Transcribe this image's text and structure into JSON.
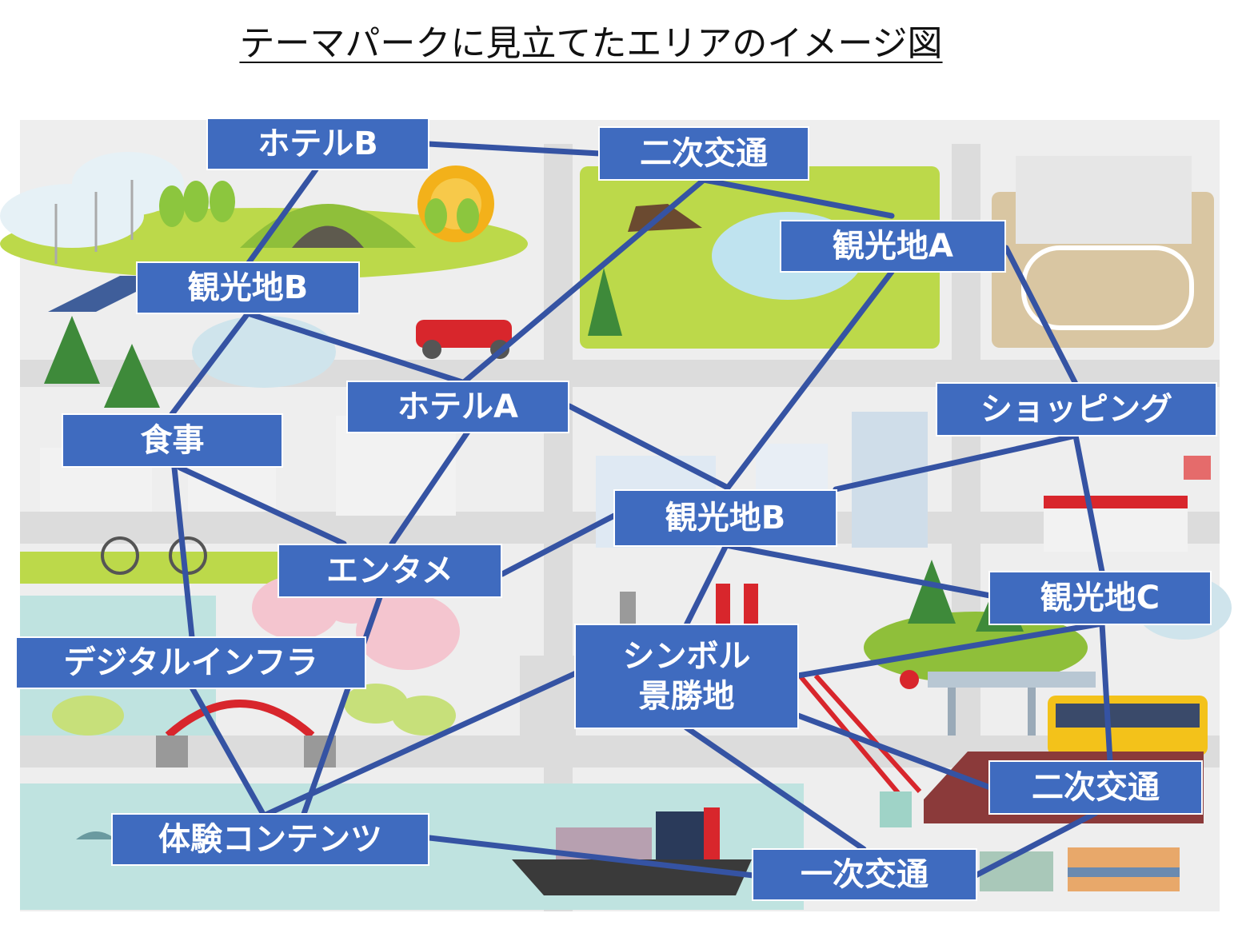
{
  "title": "テーマパークに見立てたエリアのイメージ図",
  "colors": {
    "node": "#3f6bbf",
    "line": "#3553a3"
  },
  "nodes": {
    "hotel_b": "ホテルB",
    "niji_top": "二次交通",
    "kanko_a": "観光地A",
    "kanko_b_top": "観光地B",
    "hotel_a": "ホテルA",
    "shopping": "ショッピング",
    "shokuji": "食事",
    "kanko_b_mid": "観光地B",
    "entame": "エンタメ",
    "kanko_c": "観光地C",
    "digital": "デジタルインフラ",
    "symbol_1": "シンボル",
    "symbol_2": "景勝地",
    "niji_bottom": "二次交通",
    "taiken": "体験コンテンツ",
    "ichiji": "一次交通"
  }
}
